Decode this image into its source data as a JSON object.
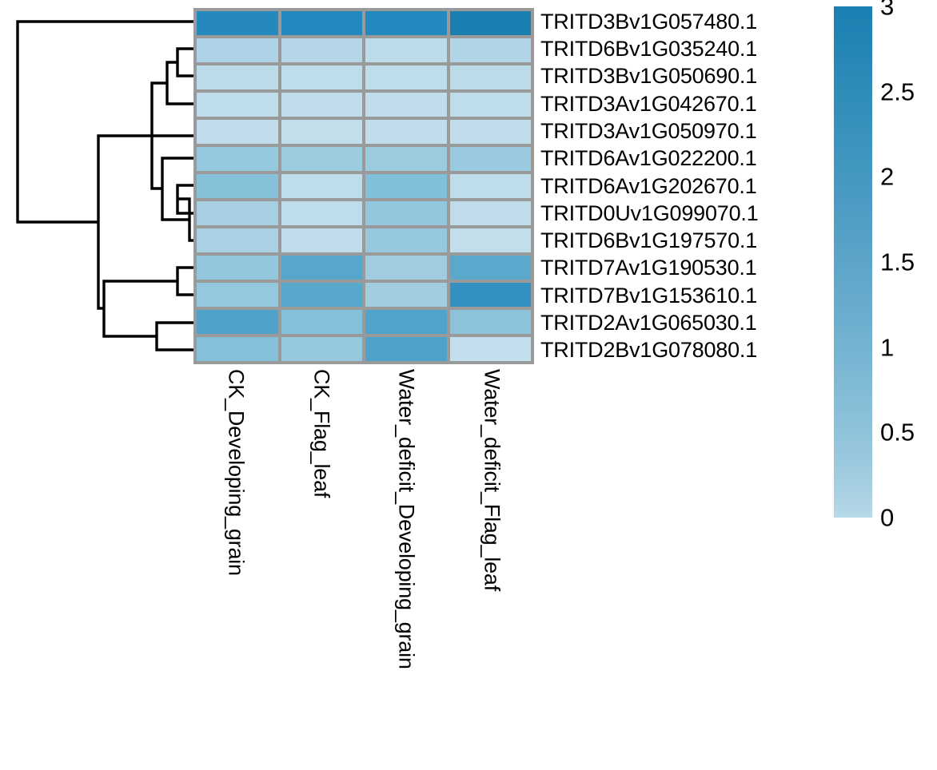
{
  "figure": {
    "type": "clustered-heatmap",
    "background": "#ffffff",
    "gridline_color": "#9a9a9a",
    "dendrogram_color": "#000000"
  },
  "chart_data": {
    "type": "heatmap",
    "title": "",
    "xlabel": "",
    "ylabel": "",
    "grid": true,
    "legend_position": "right",
    "colorbar": {
      "label": "",
      "min": 0,
      "max": 3,
      "ticks": [
        "3",
        "2.5",
        "2",
        "1.5",
        "1",
        "0.5",
        "0"
      ],
      "tick_values": [
        3,
        2.5,
        2,
        1.5,
        1,
        0.5,
        0
      ],
      "color_low": "#b7d9e8",
      "color_high": "#1a80b2",
      "colormap": "Blues"
    },
    "categories": [
      "CK_Developing_grain",
      "CK_Flag_leaf",
      "Water_deficit_Developing_grain",
      "Water_deficit_Flag_leaf"
    ],
    "rows": [
      "TRITD3Bv1G057480.1",
      "TRITD6Bv1G035240.1",
      "TRITD3Bv1G050690.1",
      "TRITD3Av1G042670.1",
      "TRITD3Av1G050970.1",
      "TRITD6Av1G022200.1",
      "TRITD6Av1G202670.1",
      "TRITD0Uv1G099070.1",
      "TRITD6Bv1G197570.1",
      "TRITD7Av1G190530.1",
      "TRITD7Bv1G153610.1",
      "TRITD2Av1G065030.1",
      "TRITD2Bv1G078080.1"
    ],
    "values": [
      [
        2.8,
        2.82,
        2.8,
        2.95
      ],
      [
        0.62,
        0.55,
        0.4,
        0.6
      ],
      [
        0.42,
        0.4,
        0.4,
        0.42
      ],
      [
        0.4,
        0.38,
        0.38,
        0.4
      ],
      [
        0.38,
        0.36,
        0.38,
        0.38
      ],
      [
        0.95,
        0.88,
        0.9,
        0.92
      ],
      [
        1.05,
        0.4,
        1.1,
        0.38
      ],
      [
        0.8,
        0.42,
        1.0,
        0.45
      ],
      [
        0.78,
        0.38,
        0.95,
        0.4
      ],
      [
        1.0,
        1.55,
        0.82,
        1.55
      ],
      [
        0.98,
        1.55,
        0.8,
        2.35
      ],
      [
        1.65,
        1.05,
        1.6,
        1.0
      ],
      [
        1.05,
        0.95,
        1.62,
        0.35
      ]
    ],
    "cell_colors": [
      [
        "#2689bd",
        "#2288bd",
        "#2289be",
        "#1a80b2"
      ],
      [
        "#afd3e6",
        "#b4d6e7",
        "#bddce9",
        "#b1d4e6"
      ],
      [
        "#bcdbe9",
        "#bfdcea",
        "#bfdcea",
        "#bcdbe9"
      ],
      [
        "#bfdcea",
        "#c1ddeb",
        "#c1ddeb",
        "#bfdcea"
      ],
      [
        "#c1ddeb",
        "#c2dee b",
        "#c1ddeb",
        "#c1ddeb"
      ],
      [
        "#96c9de",
        "#9bcce0",
        "#9acbdf",
        "#99cadf"
      ],
      [
        "#86c1da",
        "#bedcea",
        "#82bfd9",
        "#bfdcea"
      ],
      [
        "#a6cfe2",
        "#bedcea",
        "#93c7dd",
        "#c0dcea"
      ],
      [
        "#a9d0e3",
        "#c1ddeb",
        "#96c9de",
        "#c2deeb"
      ],
      [
        "#93c7dd",
        "#57a7cc",
        "#9fcce0",
        "#5aa9cd"
      ],
      [
        "#94c8de",
        "#58a8cc",
        "#a1cde1",
        "#348fc2"
      ],
      [
        "#4fa3ca",
        "#85c0da",
        "#50a4ca",
        "#8cc3db"
      ],
      [
        "#85c0da",
        "#96c9de",
        "#4fa3ca",
        "#c3deec"
      ]
    ]
  },
  "dendrogram": {
    "orientation": "left",
    "description": "hierarchical clustering of 13 gene rows",
    "leaf_order": [
      "TRITD3Bv1G057480.1",
      "TRITD6Bv1G035240.1",
      "TRITD3Bv1G050690.1",
      "TRITD3Av1G042670.1",
      "TRITD3Av1G050970.1",
      "TRITD6Av1G022200.1",
      "TRITD6Av1G202670.1",
      "TRITD0Uv1G099070.1",
      "TRITD6Bv1G197570.1",
      "TRITD7Av1G190530.1",
      "TRITD7Bv1G153610.1",
      "TRITD2Av1G065030.1",
      "TRITD2Bv1G078080.1"
    ]
  }
}
